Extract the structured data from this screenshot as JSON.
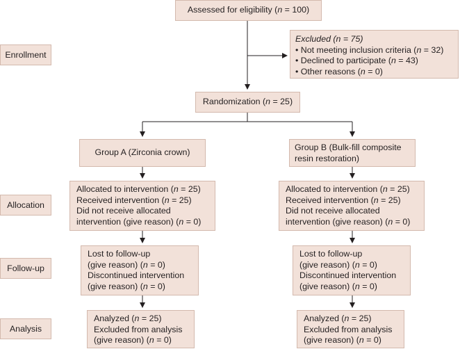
{
  "stages": [
    "Enrollment",
    "Allocation",
    "Follow-up",
    "Analysis"
  ],
  "assessed": {
    "pre": "Assessed for eligibility (",
    "n": "n",
    "post": " = 100)"
  },
  "excluded": {
    "title": "Excluded (n = 75)",
    "items": [
      {
        "pre": "• Not meeting inclusion criteria (",
        "n": "n",
        "post": " = 32)"
      },
      {
        "pre": "• Declined to participate (",
        "n": "n",
        "post": " = 43)"
      },
      {
        "pre": "• Other reasons (",
        "n": "n",
        "post": " = 0)"
      }
    ]
  },
  "randomization": {
    "pre": "Randomization (",
    "n": "n",
    "post": " = 25)"
  },
  "groups": {
    "a": {
      "lines": [
        "Group A (Zirconia crown)"
      ]
    },
    "b": {
      "lines": [
        "Group B (Bulk-fill composite",
        "resin restoration)"
      ]
    }
  },
  "allocation": {
    "lines": [
      {
        "pre": "Allocated to intervention (",
        "n": "n",
        "post": " = 25)"
      },
      {
        "pre": "Received intervention (",
        "n": "n",
        "post": " = 25)"
      },
      {
        "pre": "Did not receive allocated",
        "n": "",
        "post": ""
      },
      {
        "pre": "intervention (give reason) (",
        "n": "n",
        "post": " = 0)"
      }
    ]
  },
  "followup": {
    "lines": [
      {
        "pre": "Lost to follow-up",
        "n": "",
        "post": ""
      },
      {
        "pre": "(give reason) (",
        "n": "n",
        "post": " = 0)"
      },
      {
        "pre": "Discontinued intervention",
        "n": "",
        "post": ""
      },
      {
        "pre": "(give reason) (",
        "n": "n",
        "post": " = 0)"
      }
    ]
  },
  "analysis": {
    "lines": [
      {
        "pre": "Analyzed (",
        "n": "n",
        "post": " = 25)"
      },
      {
        "pre": "Excluded from analysis",
        "n": "",
        "post": ""
      },
      {
        "pre": "(give reason) (",
        "n": "n",
        "post": " = 0)"
      }
    ]
  }
}
